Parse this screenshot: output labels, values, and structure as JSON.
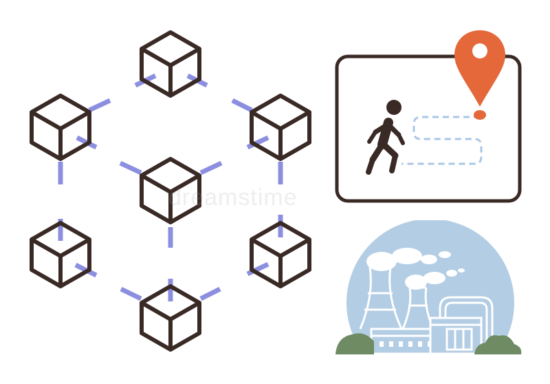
{
  "colors": {
    "outline": "#3a2a26",
    "connector": "#8c8fe0",
    "pin": "#e4683a",
    "trail": "#a9c6e6",
    "sky": "#b3cde4",
    "steam": "#ffffff",
    "bushes": "#6f8b63",
    "plant_lines": "#ffffff"
  },
  "icons": {
    "network": "blockchain-cube-network",
    "cube": "cube-icon",
    "map_card": "map-card",
    "pin": "location-pin-icon",
    "walker": "walking-person-icon",
    "plant": "power-plant-illustration"
  },
  "watermark": {
    "text": "dreamstime"
  }
}
